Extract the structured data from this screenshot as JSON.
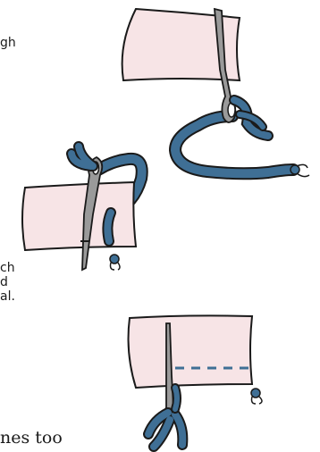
{
  "text_fragments": {
    "top_right": "gh",
    "mid_left_1": "ch",
    "mid_left_2": "d",
    "mid_left_3": "al.",
    "bottom": "nes too"
  },
  "colors": {
    "fabric_fill": "#f7e4e6",
    "thread": "#3f6f95",
    "needle": "#9a9a9a",
    "outline": "#1a1a1a"
  }
}
